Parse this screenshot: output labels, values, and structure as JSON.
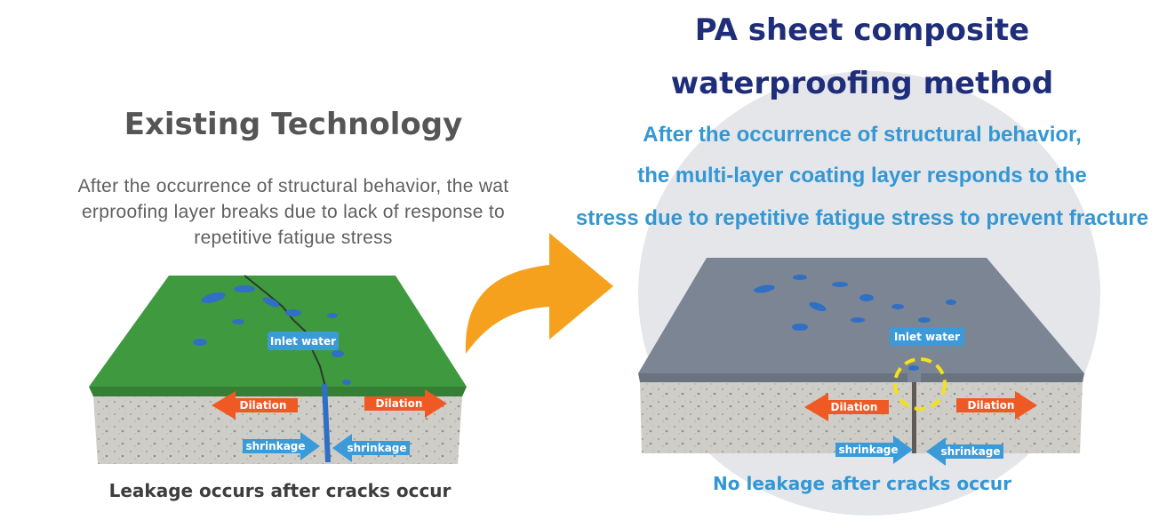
{
  "left_panel": {
    "title": "Existing Technology",
    "description": [
      "After the occurrence of structural behavior, the wat",
      "erproofing layer breaks due to lack of response to",
      "repetitive fatigue stress"
    ],
    "labels": {
      "inlet_water": "Inlet water",
      "dilation_left": "Dilation",
      "dilation_right": "Dilation",
      "shrinkage_left": "shrinkage",
      "shrinkage_right": "shrinkage"
    },
    "caption": "Leakage occurs after cracks occur"
  },
  "right_panel": {
    "title": [
      "PA sheet composite",
      "waterproofing method"
    ],
    "description": [
      "After the occurrence of structural behavior,",
      "the multi-layer coating layer responds to the",
      "stress due to repetitive fatigue stress to prevent fracture"
    ],
    "labels": {
      "inlet_water": "Inlet water",
      "dilation_left": "Dilation",
      "dilation_right": "Dilation",
      "shrinkage_left": "shrinkage",
      "shrinkage_right": "shrinkage"
    },
    "caption": "No leakage after cracks occur"
  },
  "colors": {
    "left_surface": "#3f9a3f",
    "right_surface": "#7b8594",
    "concrete": "#cfcdc8",
    "water": "#2f6fc4",
    "dilation_arrow": "#ef5a24",
    "shrinkage_arrow": "#3b9ad8",
    "transition_arrow": "#f6a11d",
    "highlight_ring": "#f3e11a"
  },
  "icons": {
    "transition": "curved-right-arrow-icon",
    "highlight": "dashed-circle-icon"
  }
}
